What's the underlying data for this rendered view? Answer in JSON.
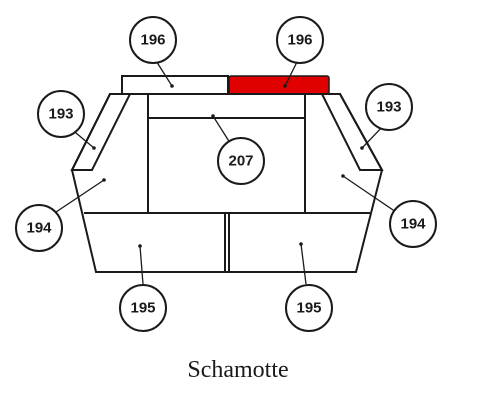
{
  "parts": {
    "top_left_brick": "196",
    "top_right_brick": "196",
    "left_side_strip": "193",
    "right_side_strip": "193",
    "back_wall": "207",
    "left_side_panel": "194",
    "right_side_panel": "194",
    "floor_left": "195",
    "floor_right": "195"
  },
  "caption": "Schamotte",
  "colors": {
    "highlight": "#e00000",
    "line": "#1a1a1a",
    "background": "#ffffff"
  }
}
